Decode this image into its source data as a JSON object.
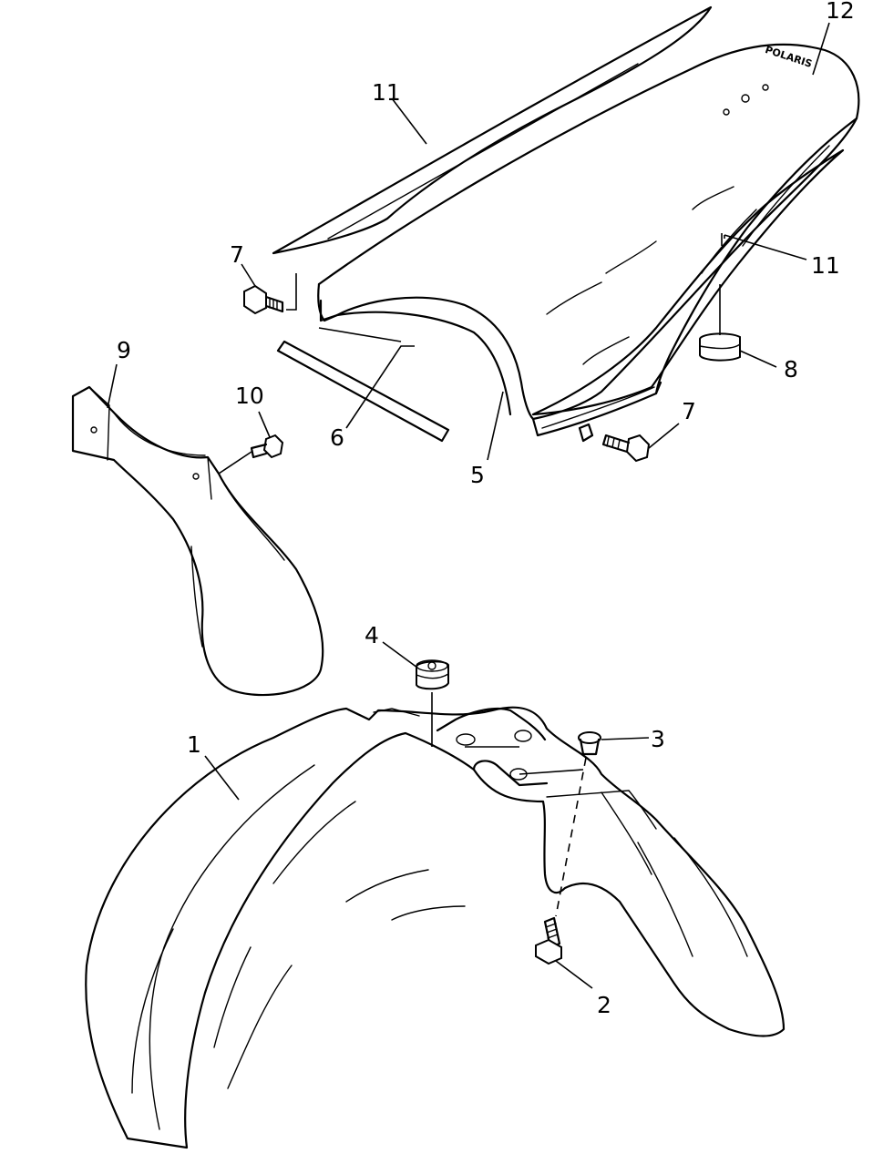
{
  "callouts": {
    "c1": "1",
    "c2": "2",
    "c3": "3",
    "c4": "4",
    "c5": "5",
    "c6": "6",
    "c7a": "7",
    "c7b": "7",
    "c8": "8",
    "c9": "9",
    "c10": "10",
    "c11a": "11",
    "c11b": "11",
    "c12": "12"
  },
  "emblem_text": "POLARIS"
}
